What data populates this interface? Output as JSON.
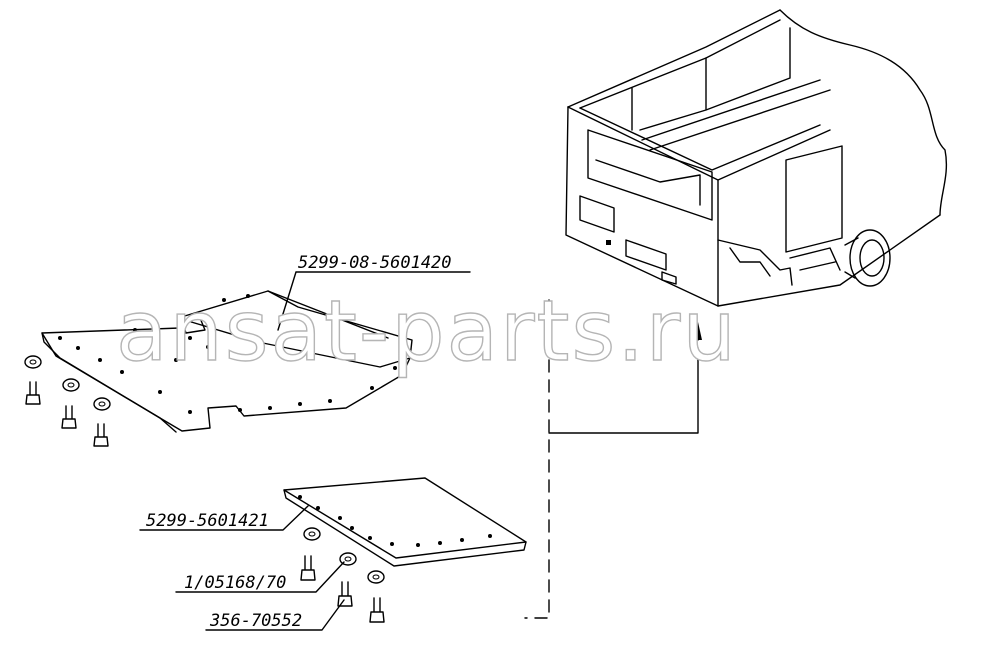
{
  "watermark": {
    "text": "ansat-parts.ru"
  },
  "parts": [
    {
      "id": "upper-plate",
      "number": "5299-08-5601420"
    },
    {
      "id": "lower-plate",
      "number": "5299-5601421"
    },
    {
      "id": "washer",
      "number": "1/05168/70"
    },
    {
      "id": "bolt",
      "number": "356-70552"
    }
  ],
  "colors": {
    "line": "#000000",
    "watermark_stroke": "#b5b5b5",
    "background": "#ffffff"
  }
}
